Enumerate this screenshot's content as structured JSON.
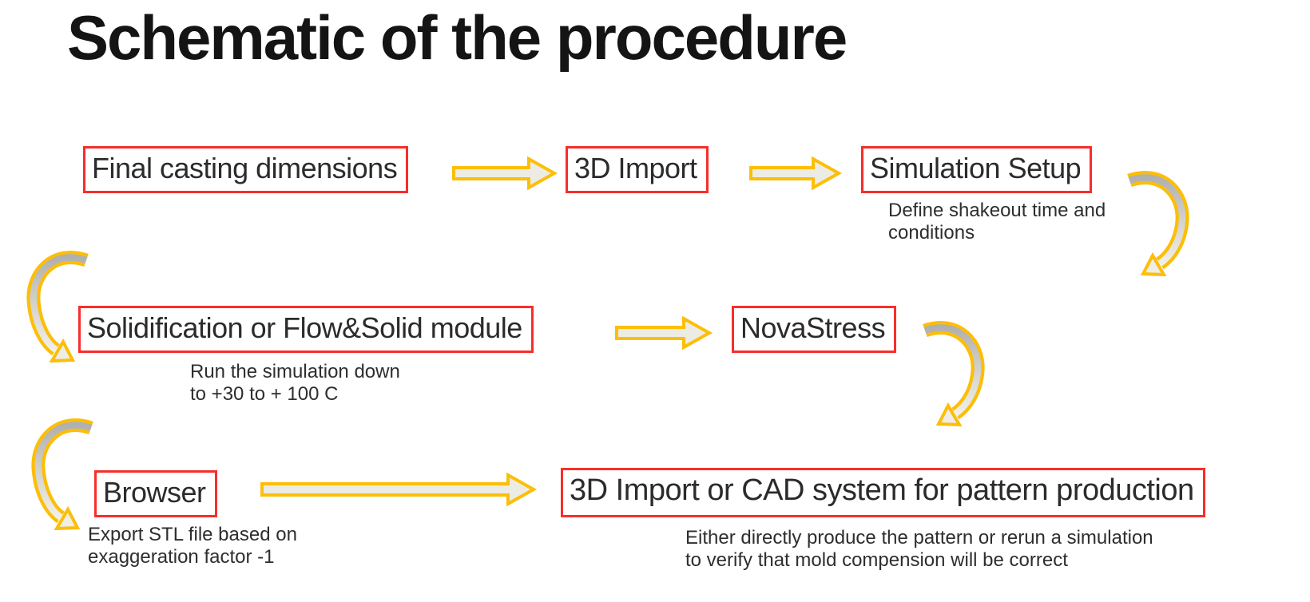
{
  "title": "Schematic of the procedure",
  "colors": {
    "box_border_red": "#f72e2a",
    "arrow_outline_yellow": "#fcbe08",
    "arrow_fill_gray": "#edece4",
    "arrow_tail_gray": "#b5b5b5",
    "title_text": "#141414",
    "body_text": "#2b2b2b"
  },
  "nodes": {
    "final": {
      "label": "Final casting dimensions"
    },
    "import3d": {
      "label": "3D Import"
    },
    "simsetup": {
      "label": "Simulation Setup",
      "caption": [
        "Define shakeout time and",
        "conditions"
      ]
    },
    "solid": {
      "label": "Solidification or Flow&Solid module",
      "caption": [
        "Run the simulation down",
        "to +30 to + 100 C"
      ]
    },
    "novastress": {
      "label": "NovaStress"
    },
    "browser": {
      "label": "Browser",
      "caption": [
        "Export STL file based on",
        "exaggeration factor -1"
      ]
    },
    "cad": {
      "label": "3D Import or CAD system for pattern production",
      "caption": [
        "Either directly produce the pattern or rerun a simulation",
        "to verify that mold compension will be correct"
      ]
    }
  }
}
